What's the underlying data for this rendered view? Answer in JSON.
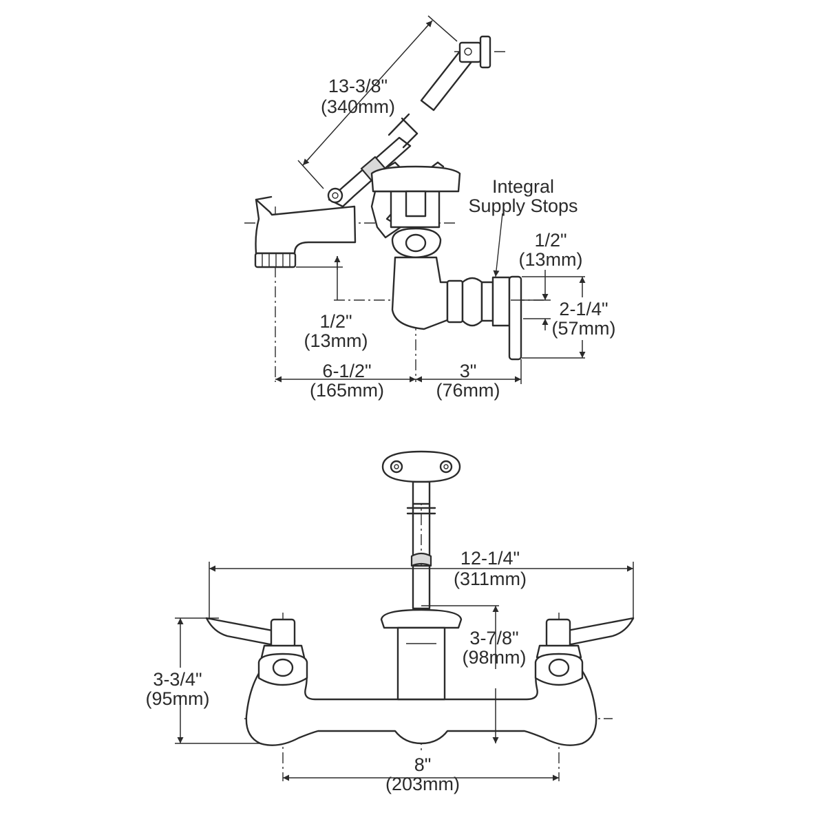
{
  "side_view": {
    "hose_length": {
      "imperial": "13-3/8\"",
      "metric": "(340mm)"
    },
    "stops_label": {
      "line1": "Integral",
      "line2": "Supply Stops"
    },
    "stop_offset": {
      "imperial": "1/2\"",
      "metric": "(13mm)"
    },
    "flange_height": {
      "imperial": "2-1/4\"",
      "metric": "(57mm)"
    },
    "spout_drop": {
      "imperial": "1/2\"",
      "metric": "(13mm)"
    },
    "spout_reach": {
      "imperial": "6-1/2\"",
      "metric": "(165mm)"
    },
    "wall_offset": {
      "imperial": "3\"",
      "metric": "(76mm)"
    }
  },
  "front_view": {
    "overall_width": {
      "imperial": "12-1/4\"",
      "metric": "(311mm)"
    },
    "vacuum_breaker_height": {
      "imperial": "3-7/8\"",
      "metric": "(98mm)"
    },
    "body_height": {
      "imperial": "3-3/4\"",
      "metric": "(95mm)"
    },
    "centers": {
      "imperial": "8\"",
      "metric": "(203mm)"
    }
  }
}
